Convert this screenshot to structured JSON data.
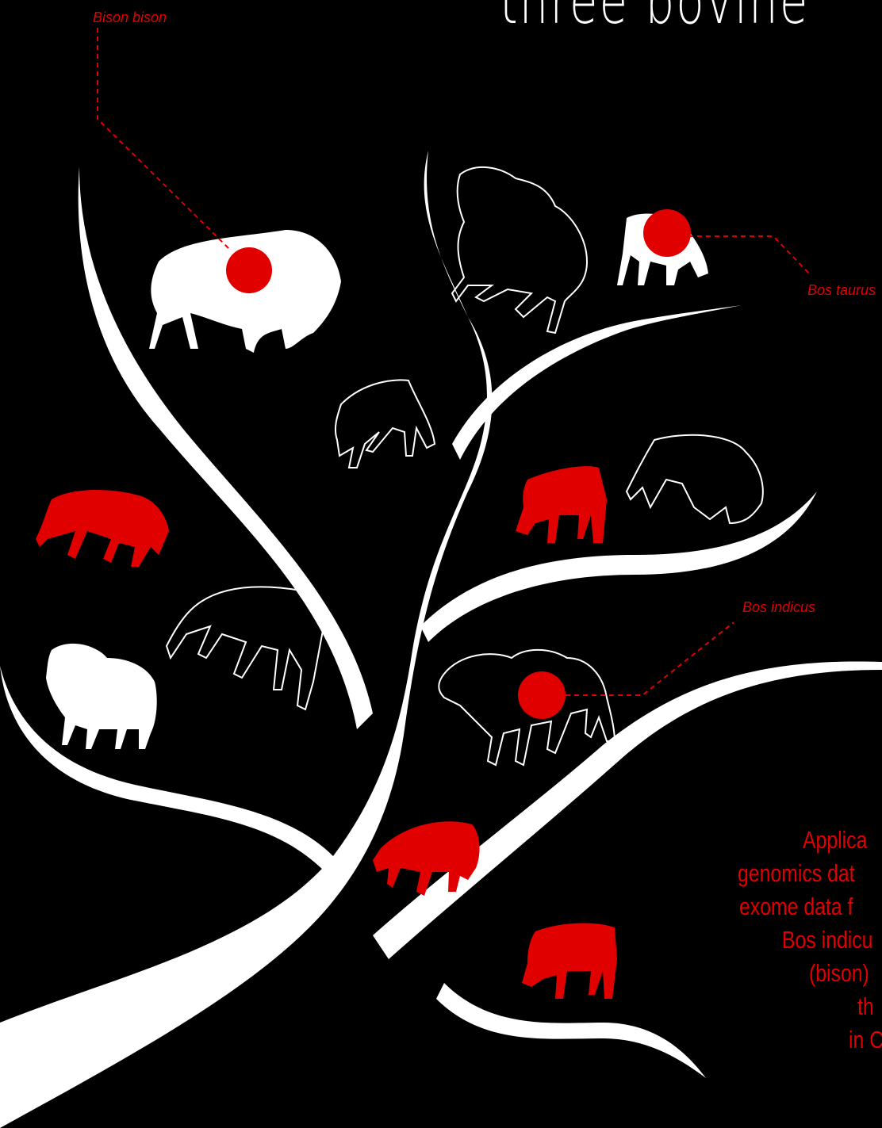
{
  "title": "three bovine",
  "labels": {
    "bison_bison": "Bison bison",
    "bos_taurus": "Bos taurus",
    "bos_indicus": "Bos indicus"
  },
  "caption": {
    "line1": "Applica",
    "line2": "genomics dat",
    "line3": "exome data f",
    "line4": "Bos indicu",
    "line5": "(bison)",
    "line6": "th",
    "line7": "in C"
  },
  "colors": {
    "background": "#000000",
    "tree": "#ffffff",
    "accent": "#e00000"
  },
  "icons": [
    "tree-illustration",
    "bison-silhouette",
    "cow-silhouette",
    "sheep-silhouette",
    "marker-dot"
  ]
}
